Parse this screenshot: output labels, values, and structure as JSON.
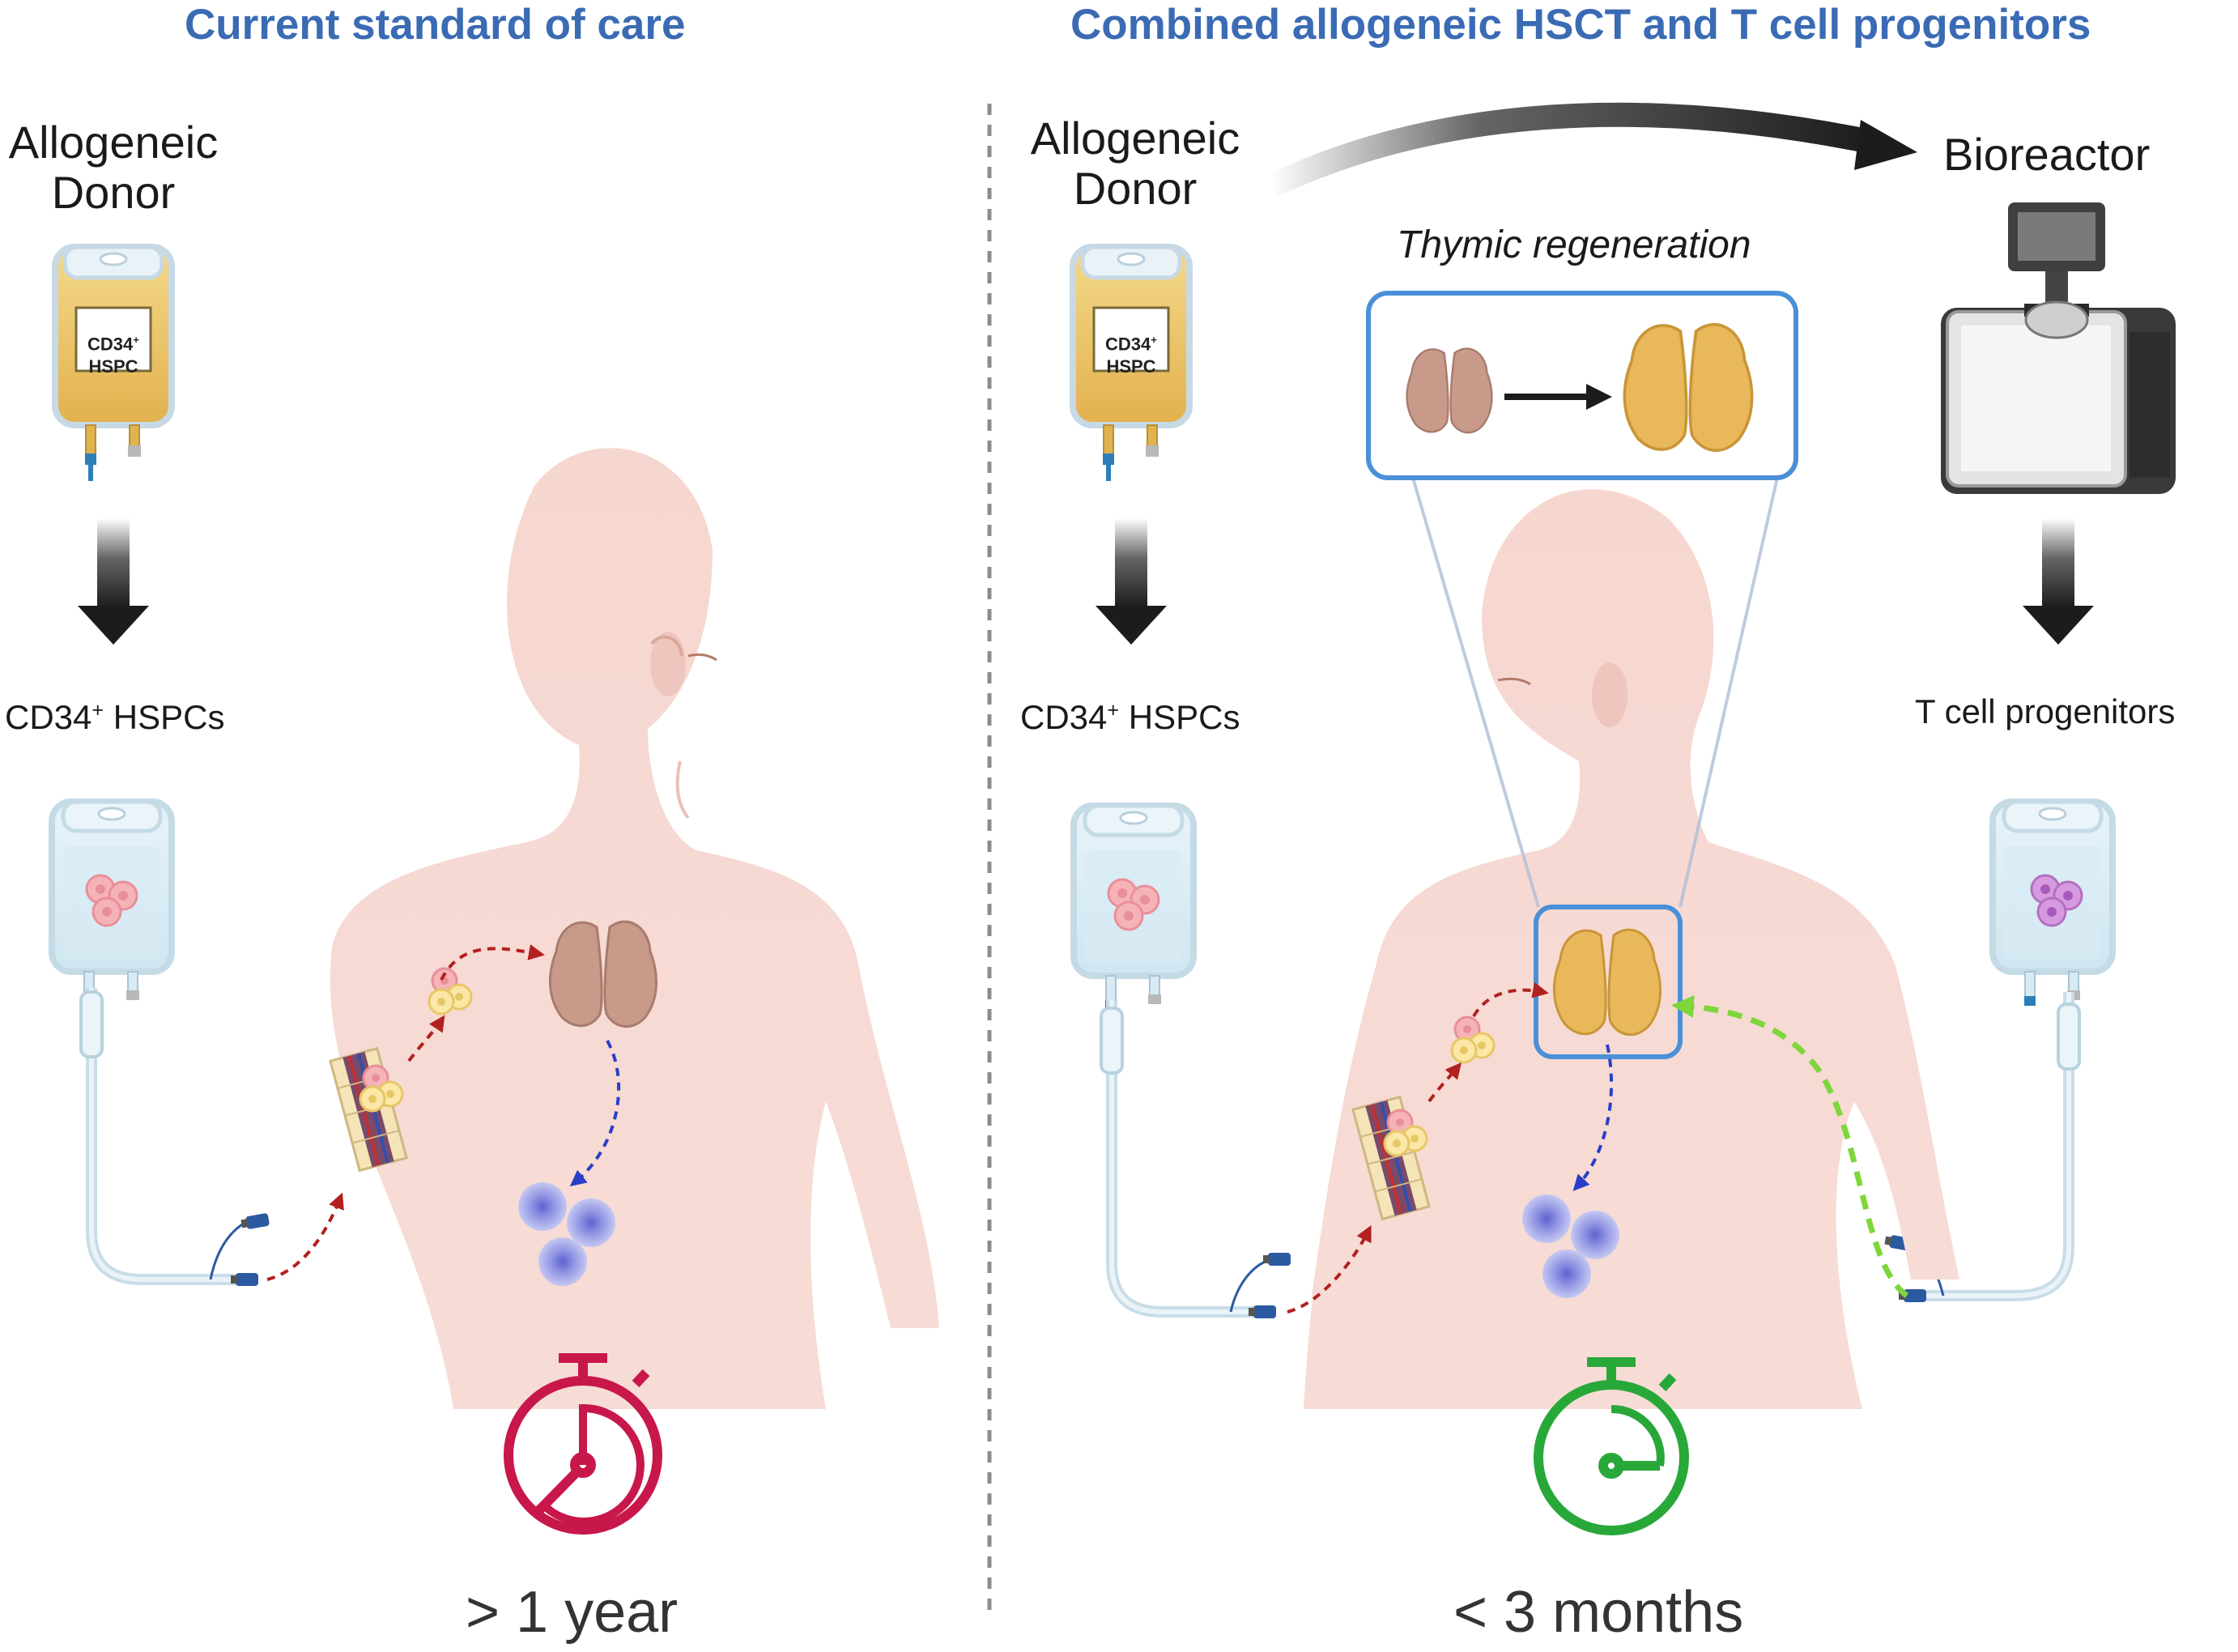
{
  "left_panel": {
    "title": "Current standard of care",
    "donor_label_line1": "Allogeneic",
    "donor_label_line2": "Donor",
    "bag_label_line1": "CD34",
    "bag_label_sup": "+",
    "bag_label_line2": "HSPC",
    "cells_label_prefix": "CD34",
    "cells_label_sup": "+",
    "cells_label_suffix": " HSPCs",
    "time_label": "> 1 year"
  },
  "right_panel": {
    "title": "Combined allogeneic HSCT and T cell progenitors",
    "donor_label_line1": "Allogeneic",
    "donor_label_line2": "Donor",
    "bag_label_line1": "CD34",
    "bag_label_sup": "+",
    "bag_label_line2": "HSPC",
    "bioreactor_label": "Bioreactor",
    "regeneration_label": "Thymic regeneration",
    "cells_label_prefix": "CD34",
    "cells_label_sup": "+",
    "cells_label_suffix": " HSPCs",
    "progenitors_label": "T cell progenitors",
    "time_label": "< 3 months"
  },
  "colors": {
    "title_blue": "#3a6bb4",
    "slow_timer": "#c8174a",
    "fast_timer": "#29a83a",
    "red_path": "#b32020",
    "blue_path": "#2a3fc8",
    "green_path": "#7ed63a",
    "skin": "#f6d3cc",
    "thymus_old": "#c89a8a",
    "thymus_new": "#e8b85a",
    "cells_blue": "#8a8fe0"
  },
  "icons": [
    "iv-bag-icon",
    "down-arrow-icon",
    "human-torso-icon",
    "thymus-icon",
    "bone-marrow-icon",
    "stopwatch-icon",
    "bioreactor-icon",
    "curved-arrow-icon"
  ]
}
